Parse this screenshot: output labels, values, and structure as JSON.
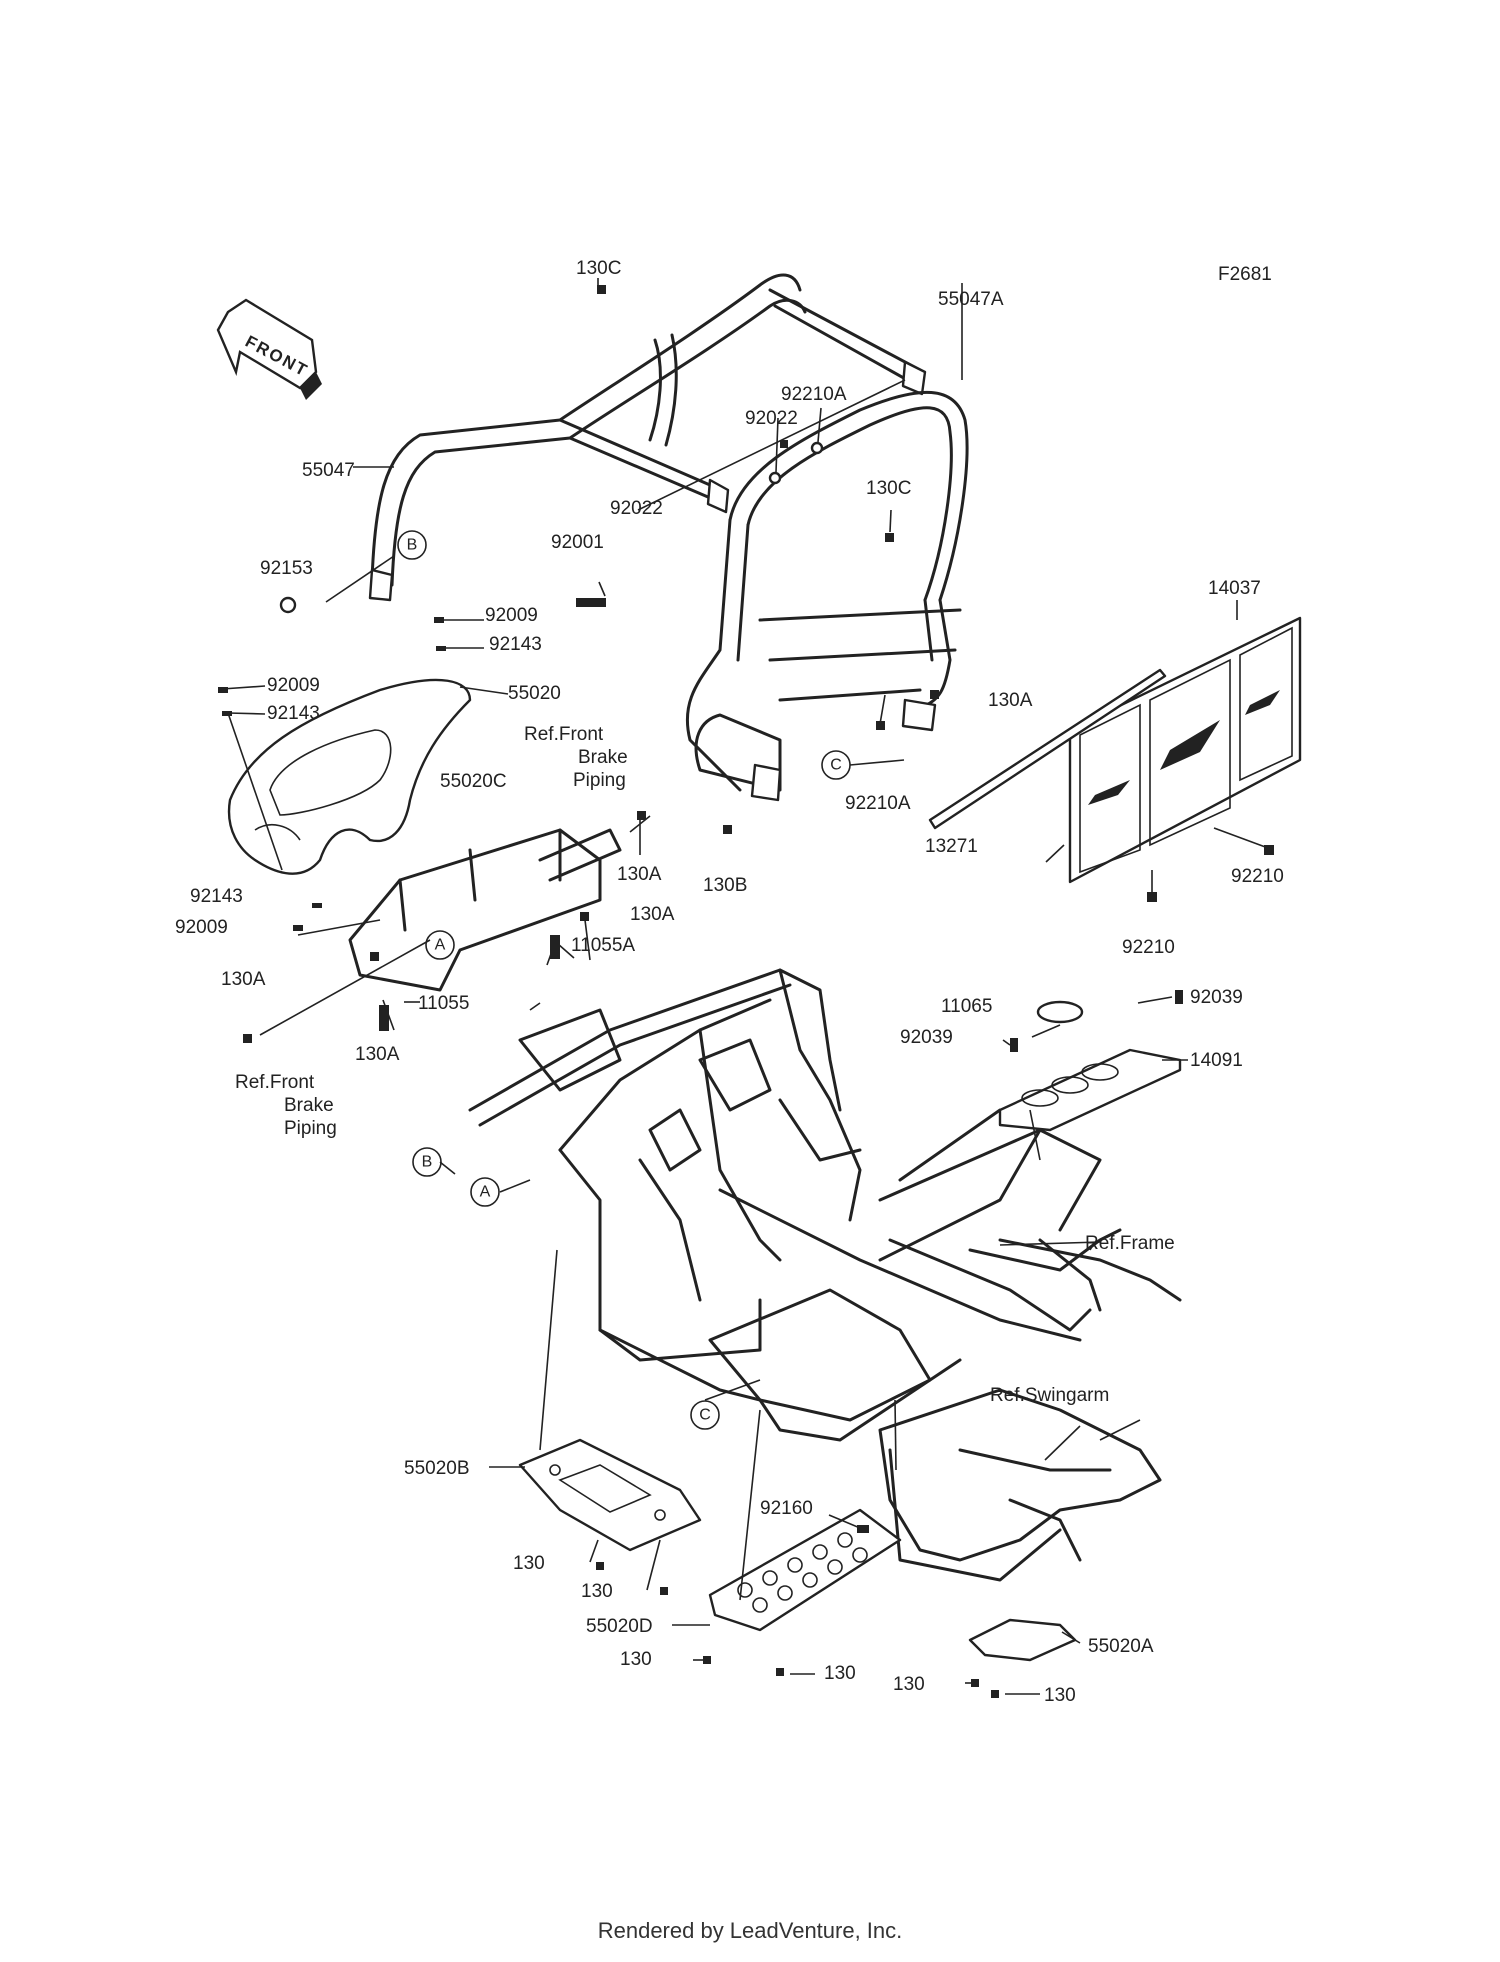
{
  "figure_code": "F2681",
  "front_label": "FRONT",
  "callouts": [
    "A",
    "B",
    "C"
  ],
  "labels": {
    "p130C_top": "130C",
    "p55047A": "55047A",
    "p92210A_top": "92210A",
    "p92022_top": "92022",
    "p55047": "55047",
    "p92022_mid": "92022",
    "p130C_mid": "130C",
    "p92001": "92001",
    "p92153": "92153",
    "p14037": "14037",
    "p92009_a": "92009",
    "p92143_a": "92143",
    "p92009_b": "92009",
    "p55020": "55020",
    "p92143_b": "92143",
    "p130A_r": "130A",
    "ref_brake_top_1": "Ref.Front",
    "ref_brake_top_2": "Brake",
    "ref_brake_top_3": "Piping",
    "p55020C": "55020C",
    "p130A_mid": "130A",
    "p92210A_mid": "92210A",
    "p13271": "13271",
    "p92210_r": "92210",
    "p130B": "130B",
    "p92143_c": "92143",
    "p92009_c": "92009",
    "p130A_b1": "130A",
    "p11055A": "11055A",
    "p92210_b": "92210",
    "p130A_left": "130A",
    "p11055": "11055",
    "p130A_b2": "130A",
    "ref_brake_bot_1": "Ref.Front",
    "ref_brake_bot_2": "Brake",
    "ref_brake_bot_3": "Piping",
    "p11065": "11065",
    "p92039_r": "92039",
    "p92039_l": "92039",
    "p14091": "14091",
    "ref_frame": "Ref.Frame",
    "ref_swingarm": "Ref.Swingarm",
    "p55020B": "55020B",
    "p92160": "92160",
    "p130_a": "130",
    "p130_b": "130",
    "p55020D": "55020D",
    "p130_c": "130",
    "p130_d": "130",
    "p55020A": "55020A",
    "p130_e": "130",
    "p130_f": "130"
  },
  "footer": "Rendered by LeadVenture, Inc."
}
